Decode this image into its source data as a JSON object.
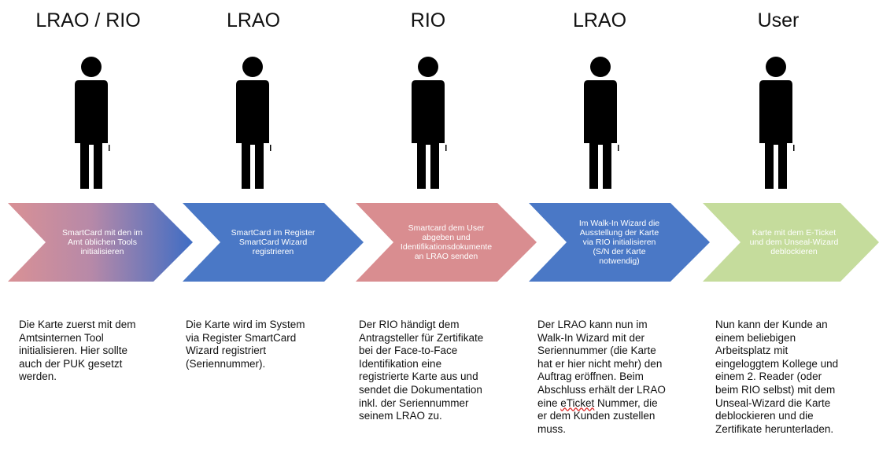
{
  "steps": [
    {
      "role": "LRAO / RIO",
      "process": "SmartCard mit den im\nAmt üblichen Tools\ninitialisieren",
      "description": "Die Karte zuerst mit dem\nAmtsinternen Tool\ninitialisieren. Hier sollte\nauch der PUK gesetzt\nwerden.",
      "colors": [
        "#d99195",
        "#4473c5"
      ]
    },
    {
      "role": "LRAO",
      "process": "SmartCard im Register\nSmartCard Wizard\nregistrieren",
      "description": "Die Karte wird im System\nvia Register SmartCard\nWizard registriert\n(Seriennummer).",
      "colors": [
        "#4a78c6",
        "#4a78c6"
      ]
    },
    {
      "role": "RIO",
      "process": "Smartcard dem User\nabgeben und\nIdentifikationsdokumente\nan LRAO senden",
      "description": "Der RIO händigt dem\nAntragsteller für Zertifikate\nbei der Face-to-Face\nIdentifikation eine\nregistrierte Karte aus und\nsendet die Dokumentation\ninkl. der Seriennummer\nseinem LRAO zu.",
      "colors": [
        "#d98d90",
        "#d98d90"
      ]
    },
    {
      "role": "LRAO",
      "process": "Im Walk-In Wizard die\nAusstellung der Karte\nvia RIO initialisieren\n(S/N der Karte\nnotwendig)",
      "description_parts": [
        "Der LRAO kann nun im\nWalk-In Wizard mit der\nSeriennummer (die Karte\nhat er hier nicht mehr) den\nAuftrag eröffnen. Beim\nAbschluss erhält der LRAO\neine ",
        "eTicket",
        " Nummer, die\ner dem Kunden zustellen\nmuss."
      ],
      "colors": [
        "#4a78c6",
        "#4a78c6"
      ]
    },
    {
      "role": "User",
      "process": "Karte mit dem E-Ticket\nund dem Unseal-Wizard\ndeblockieren",
      "description": "Nun kann der Kunde an\neinem beliebigen\nArbeitsplatz mit\neingeloggtem Kollege und\neinem 2. Reader (oder\nbeim RIO selbst) mit dem\nUnseal-Wizard die Karte\ndeblockieren und die\nZertifikate herunterladen.",
      "colors": [
        "#c5dc9c",
        "#c5dc9c"
      ]
    }
  ],
  "icons": {
    "person": "person-icon",
    "arrow": "chevron-arrow"
  }
}
